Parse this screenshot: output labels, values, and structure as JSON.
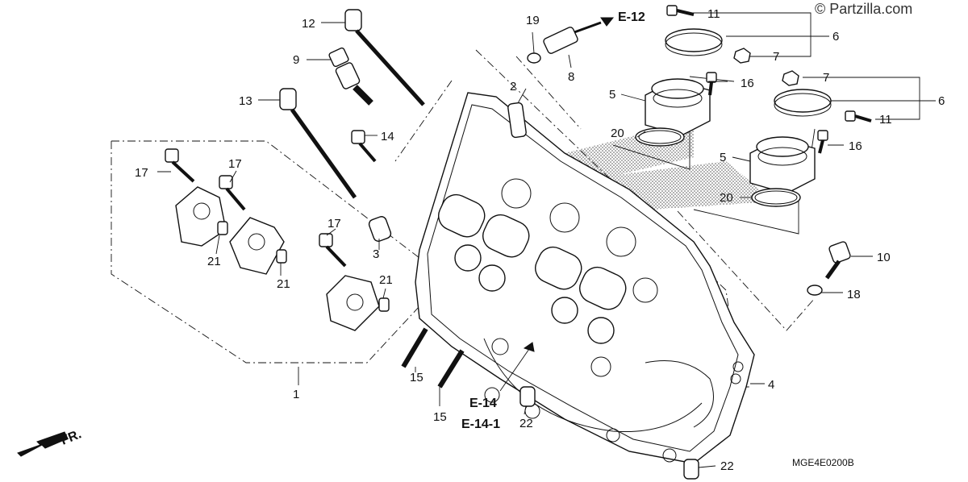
{
  "watermark": "© Partzilla.com",
  "diagram_code": "MGE4E0200B",
  "front_marker": "FR.",
  "refs": {
    "e12": "E-12",
    "e14": "E-14",
    "e14_1": "E-14-1"
  },
  "callouts": {
    "c1": "1",
    "c2": "2",
    "c3": "3",
    "c4": "4",
    "c5a": "5",
    "c5b": "5",
    "c6a": "6",
    "c6b": "6",
    "c7a": "7",
    "c7b": "7",
    "c8": "8",
    "c9": "9",
    "c10": "10",
    "c11a": "11",
    "c11b": "11",
    "c12": "12",
    "c13": "13",
    "c14": "14",
    "c15a": "15",
    "c15b": "15",
    "c16a": "16",
    "c16b": "16",
    "c17a": "17",
    "c17b": "17",
    "c17c": "17",
    "c18": "18",
    "c19": "19",
    "c20a": "20",
    "c20b": "20",
    "c21a": "21",
    "c21b": "21",
    "c21c": "21",
    "c22a": "22",
    "c22b": "22"
  }
}
